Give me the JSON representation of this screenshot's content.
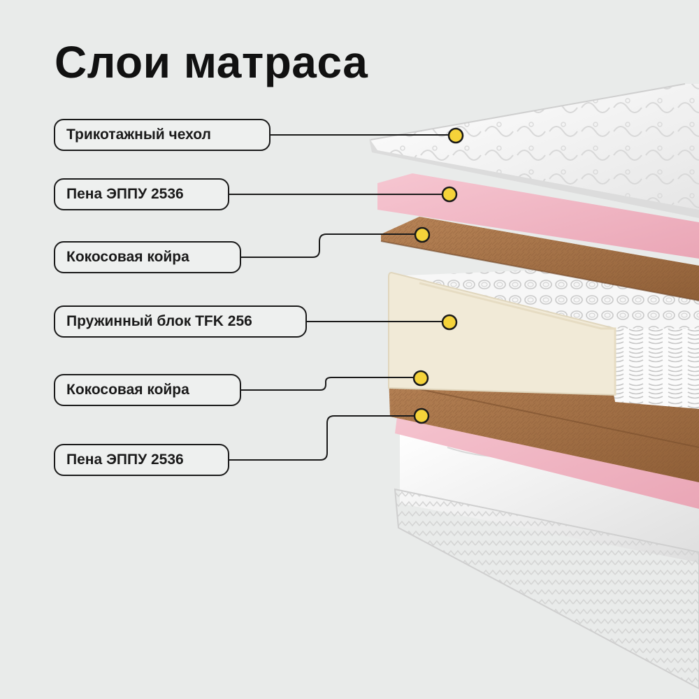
{
  "title": "Слои матраса",
  "layers": [
    {
      "label": "Трикотажный чехол"
    },
    {
      "label": "Пена ЭППУ 2536"
    },
    {
      "label": "Кокосовая койра"
    },
    {
      "label": "Пружинный блок TFK 256"
    },
    {
      "label": "Кокосовая койра"
    },
    {
      "label": "Пена ЭППУ 2536"
    }
  ],
  "colors": {
    "background": "#e9ebea",
    "marker": "#f5d33a",
    "cover": "#f7f7f7",
    "foam": "#f2b9c6",
    "coir": "#a9754a",
    "spring_frame": "#f1ead7"
  }
}
